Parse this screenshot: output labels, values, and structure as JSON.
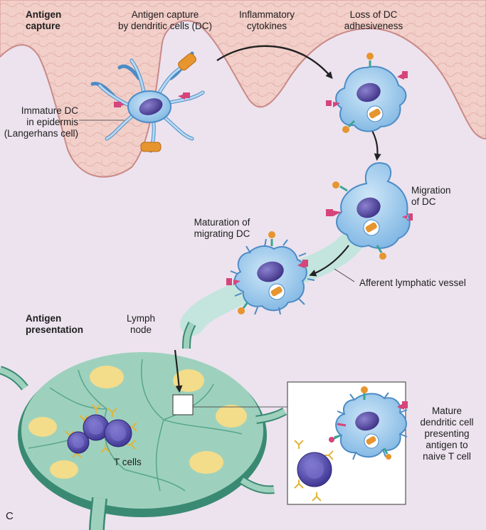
{
  "labels": {
    "antigen_capture": "Antigen\ncapture",
    "antigen_capture_by_dc": "Antigen capture\nby dendritic cells (DC)",
    "inflammatory_cytokines": "Inflammatory\ncytokines",
    "loss_of_dc_adhesiveness": "Loss of DC\nadhesiveness",
    "immature_dc": "Immature DC\nin epidermis\n(Langerhans cell)",
    "migration_of_dc": "Migration\nof DC",
    "maturation_of_migrating_dc": "Maturation of\nmigrating DC",
    "afferent_lymphatic_vessel": "Afferent lymphatic vessel",
    "antigen_presentation": "Antigen\npresentation",
    "lymph_node": "Lymph\nnode",
    "t_cells": "T cells",
    "mature_dc_presenting": "Mature\ndendritic cell\npresenting\nantigen to\nnaive T cell",
    "panel_letter": "C"
  },
  "colors": {
    "background": "#ece3ee",
    "epidermis": "#f2cfc9",
    "epidermis_lines": "#dfa7a3",
    "dc_body": "#9ecbec",
    "dc_outline": "#4d8cc6",
    "nucleus": "#52449a",
    "antigen": "#e6952f",
    "lymph_node": "#9ed1bd",
    "lymph_outline": "#3a8a73",
    "germinal_center": "#f3dc8a",
    "t_cell": "#5d55b5",
    "receptor_pink": "#d6457a",
    "receptor_teal": "#3aa594",
    "arrow": "#222222"
  }
}
